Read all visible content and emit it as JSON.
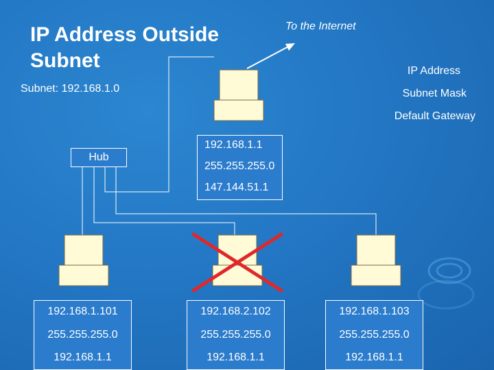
{
  "title_line1": "IP Address Outside",
  "title_line2": "Subnet",
  "subnet_label": "Subnet: 192.168.1.0",
  "internet_label": "To the Internet",
  "legend": {
    "ip": "IP Address",
    "mask": "Subnet Mask",
    "gateway": "Default Gateway"
  },
  "hub_label": "Hub",
  "router": {
    "ip": "192.168.1.1",
    "mask": "255.255.255.0",
    "gateway": "147.144.51.1"
  },
  "hosts": [
    {
      "ip": "192.168.1.101",
      "mask": "255.255.255.0",
      "gateway": "192.168.1.1"
    },
    {
      "ip": "192.168.2.102",
      "mask": "255.255.255.0",
      "gateway": "192.168.1.1"
    },
    {
      "ip": "192.168.1.103",
      "mask": "255.255.255.0",
      "gateway": "192.168.1.1"
    }
  ],
  "colors": {
    "background": "#2377c4",
    "cross": "#e0282a",
    "computer": "#fffbd6"
  }
}
